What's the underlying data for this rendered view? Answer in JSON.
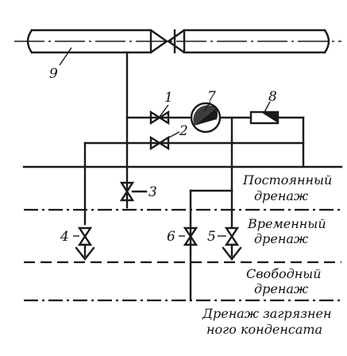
{
  "labels": {
    "permanent": [
      "Постоянный",
      "дренаж"
    ],
    "temporary": [
      "Временный",
      "дренаж"
    ],
    "free": [
      "Свободный",
      "дренаж"
    ],
    "contaminated": [
      "Дренаж загрязнен",
      "ного конденсата"
    ]
  },
  "numbers": {
    "n1": "1",
    "n2": "2",
    "n3": "3",
    "n4": "4",
    "n5": "5",
    "n6": "6",
    "n7": "7",
    "n8": "8",
    "n9": "9"
  }
}
